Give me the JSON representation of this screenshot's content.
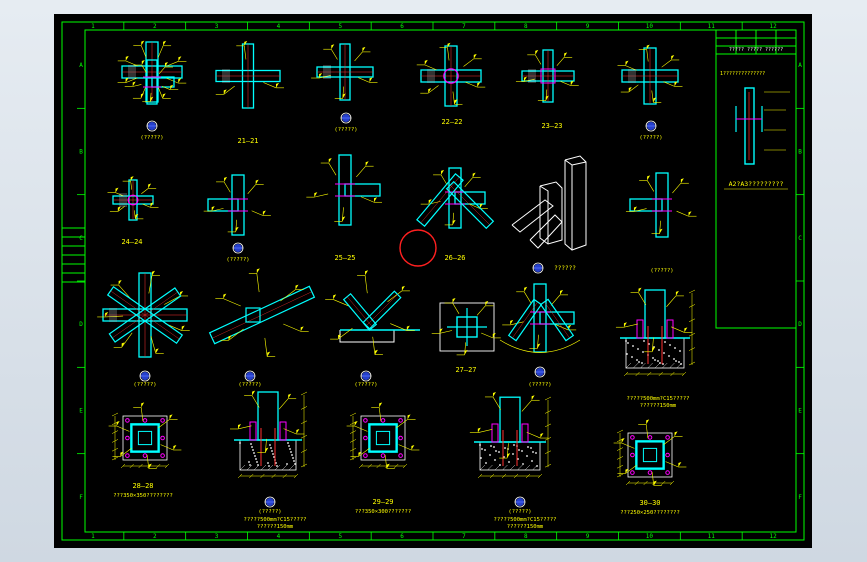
{
  "drawing": {
    "grid_cols": [
      "1",
      "2",
      "3",
      "4",
      "5",
      "6",
      "7",
      "8",
      "9",
      "10",
      "11",
      "12"
    ],
    "grid_rows": [
      "A",
      "B",
      "C",
      "D",
      "E",
      "F"
    ],
    "title_header": "?????  ?????  ??????",
    "right_note": "1??????????????",
    "right_caption": "A2?A3?????????",
    "section_labels": [
      "21—21",
      "22—22",
      "23—23",
      "24—24",
      "25—25",
      "26—26",
      "27—27",
      "28—28",
      "29—29",
      "30—30"
    ],
    "captions": {
      "c1": "(?????)",
      "c2": "(?????)",
      "c3": "(?????)",
      "c4": "(?????)",
      "c5": "(?????)",
      "c6": "??????",
      "c7": "(?????)",
      "c8": "(?????)",
      "c9": "(?????)",
      "c10": "(?????)",
      "c11": "(?????)",
      "c12": "(?????)"
    },
    "bottom_notes": {
      "n1": "???350×350????????",
      "n2": "?????500mm?C15?????",
      "n2b": "??????150mm",
      "n3": "???350×300???????",
      "n4": "?????500mm?C15?????",
      "n4b": "??????150mm",
      "n5": "???250×250????????",
      "n6": "?????500mm?C15?????",
      "n6b": "??????150mm"
    }
  }
}
